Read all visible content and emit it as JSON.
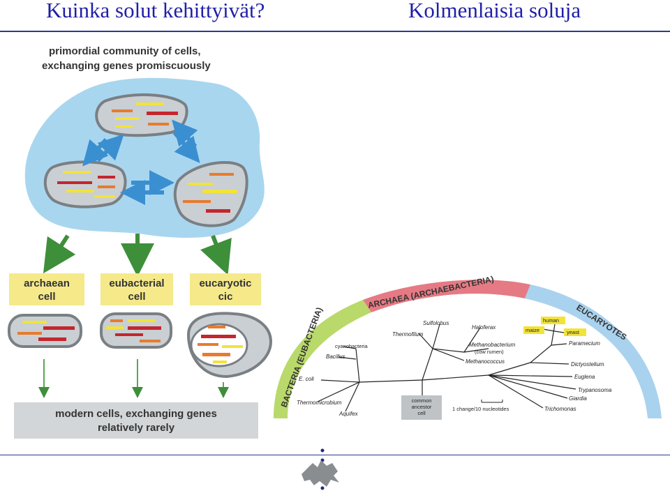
{
  "slide": {
    "title_left": "Kuinka solut kehittyivät?",
    "title_right": "Kolmenlaisia soluja"
  },
  "left_diagram": {
    "top_caption_line1": "primordial community of cells,",
    "top_caption_line2": "exchanging genes promiscuously",
    "cell_types": [
      {
        "line1": "archaean",
        "line2": "cell"
      },
      {
        "line1": "eubacterial",
        "line2": "cell"
      },
      {
        "line1": "eucaryotic",
        "line2": "cic"
      }
    ],
    "bottom_caption_line1": "modern cells, exchanging genes",
    "bottom_caption_line2": "relatively rarely",
    "colors": {
      "pool": "#a9d6ef",
      "cell_fill": "#c9cfd3",
      "cell_border": "#7a7f83",
      "gene_red": "#c4262e",
      "gene_yellow": "#f2e33a",
      "gene_orange": "#e87b2d",
      "label_box": "#f5e98a",
      "arrow_green": "#3e8f3a",
      "arrow_blue": "#3a8fd0"
    }
  },
  "tree": {
    "domains": {
      "bacteria": "BACTERIA (EUBACTERIA)",
      "archaea": "ARCHAEA (ARCHAEBACTERIA)",
      "eucaryotes": "EUCARYOTES"
    },
    "domain_colors": {
      "bacteria": "#b9d96a",
      "archaea": "#e57a84",
      "eucaryotes": "#a9d2ee"
    },
    "taxa": {
      "sulfolobus": "Sulfolobus",
      "haloferax": "Haloferax",
      "thermofilum": "Thermofilum",
      "methanobacterium": "Methanobacterium",
      "cow_rumen": "(cow rumen)",
      "methanococcus": "Methanococcus",
      "cyanobacteria": "cyanobacteria",
      "bacillus": "Bacillus",
      "ecoli": "E. coli",
      "thermomicrobium": "Thermomicrobium",
      "aquifex": "Aquifex",
      "human": "human",
      "maize": "maize",
      "yeast": "yeast",
      "paramecium": "Paramecium",
      "dictyostelium": "Dictyostelium",
      "euglena": "Euglena",
      "trypanosoma": "Trypanosoma",
      "giardia": "Giardia",
      "trichomonas": "Trichomonas"
    },
    "ancestor_line1": "common",
    "ancestor_line2": "ancestor",
    "ancestor_line3": "cell",
    "scale_label": "1 change/10 nucleotides"
  }
}
